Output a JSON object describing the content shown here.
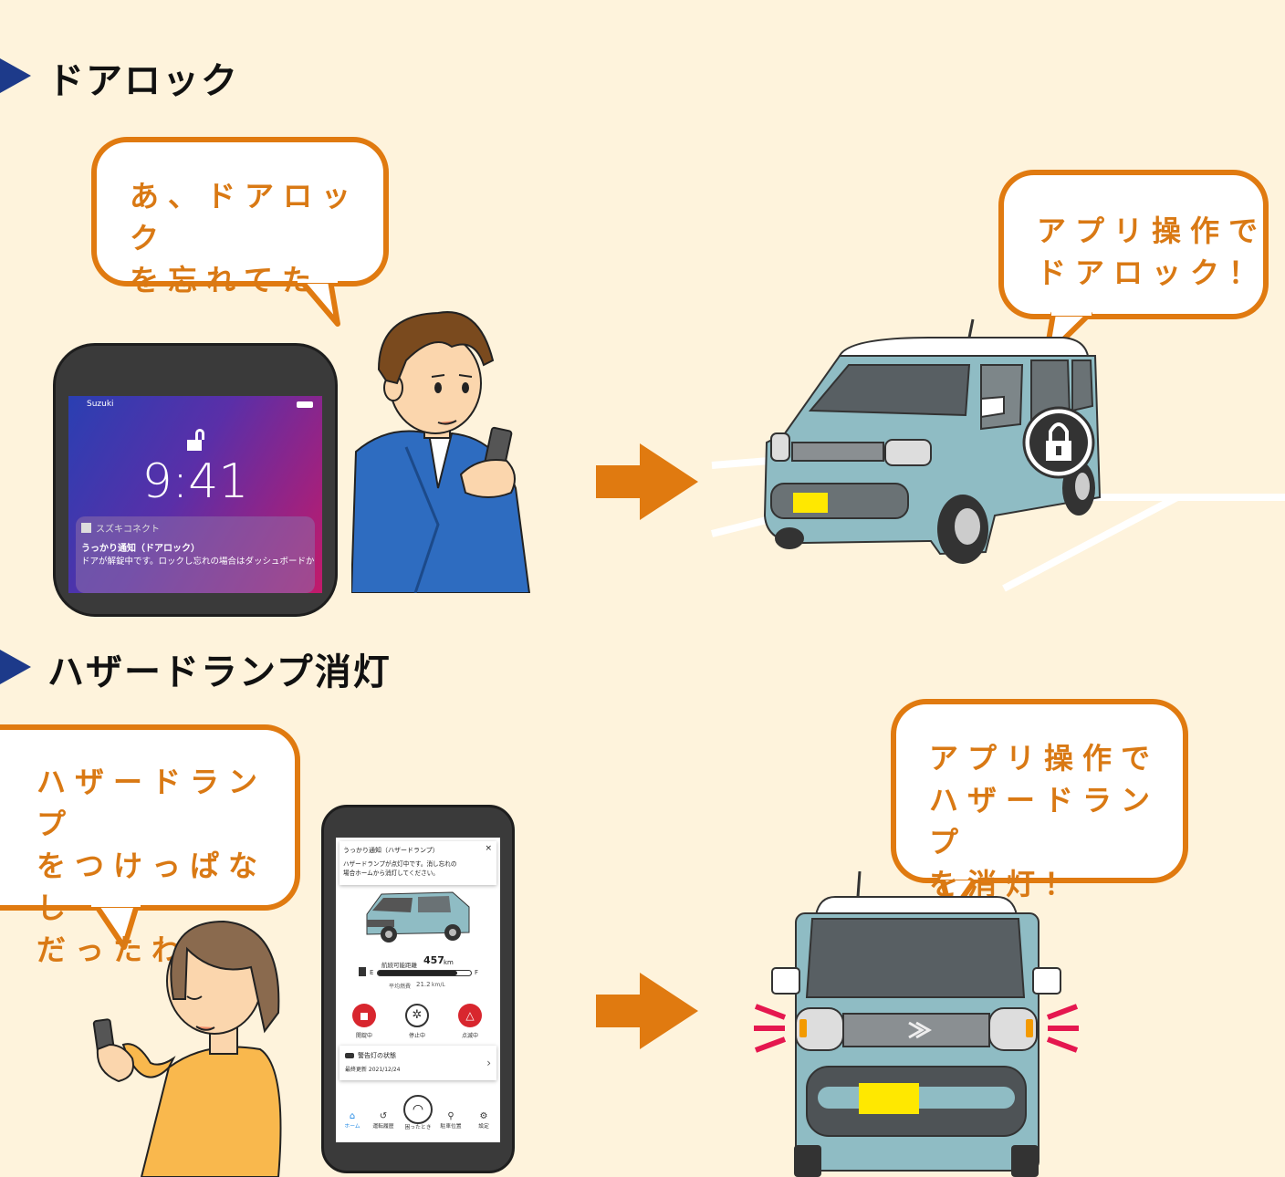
{
  "sections": [
    {
      "title": "ドアロック"
    },
    {
      "title": "ハザードランプ消灯"
    }
  ],
  "bubbles": {
    "b1": [
      "あ、ドアロック",
      "を忘れてた"
    ],
    "b2": [
      "アプリ操作で",
      "ドアロック！"
    ],
    "b3": [
      "ハザードランプ",
      "をつけっぱなし",
      "だったわ"
    ],
    "b4": [
      "アプリ操作で",
      "ハザードランプ",
      "を消灯！"
    ]
  },
  "phone1": {
    "carrier": "Suzuki",
    "time": "9:41",
    "app_name": "スズキコネクト",
    "notif_title": "うっかり通知（ドアロック）",
    "notif_body": "ドアが解錠中です。ロックし忘れの場合はダッシュボードか"
  },
  "phone2": {
    "notif_title": "うっかり通知（ハザードランプ）",
    "notif_close": "×",
    "notif_body1": "ハザードランプが点灯中です。消し忘れの",
    "notif_body2": "場合ホームから消灯してください。",
    "range_label": "航続可能距離",
    "range_value": "457",
    "range_unit": "km",
    "fuel_e": "E",
    "fuel_f": "F",
    "fuel_level": 0.85,
    "avg_label": "平均燃費",
    "avg_value": "21.2",
    "avg_unit": "km/L",
    "controls": [
      {
        "label": "開錠中",
        "icon": "unlock-icon"
      },
      {
        "label": "停止中",
        "icon": "fan-icon"
      },
      {
        "label": "点滅中",
        "icon": "hazard-icon"
      }
    ],
    "warning_title": "警告灯の状態",
    "warning_updated": "最終更新 2021/12/24",
    "nav": [
      "ホーム",
      "運転履歴",
      "困ったとき",
      "駐車位置",
      "設定"
    ],
    "active_color": "#1e88e5"
  },
  "colors": {
    "accent": "#e07a10",
    "title_marker": "#1d3a8a",
    "car_body": "#8fbcc4",
    "background": "#fef3dc"
  }
}
